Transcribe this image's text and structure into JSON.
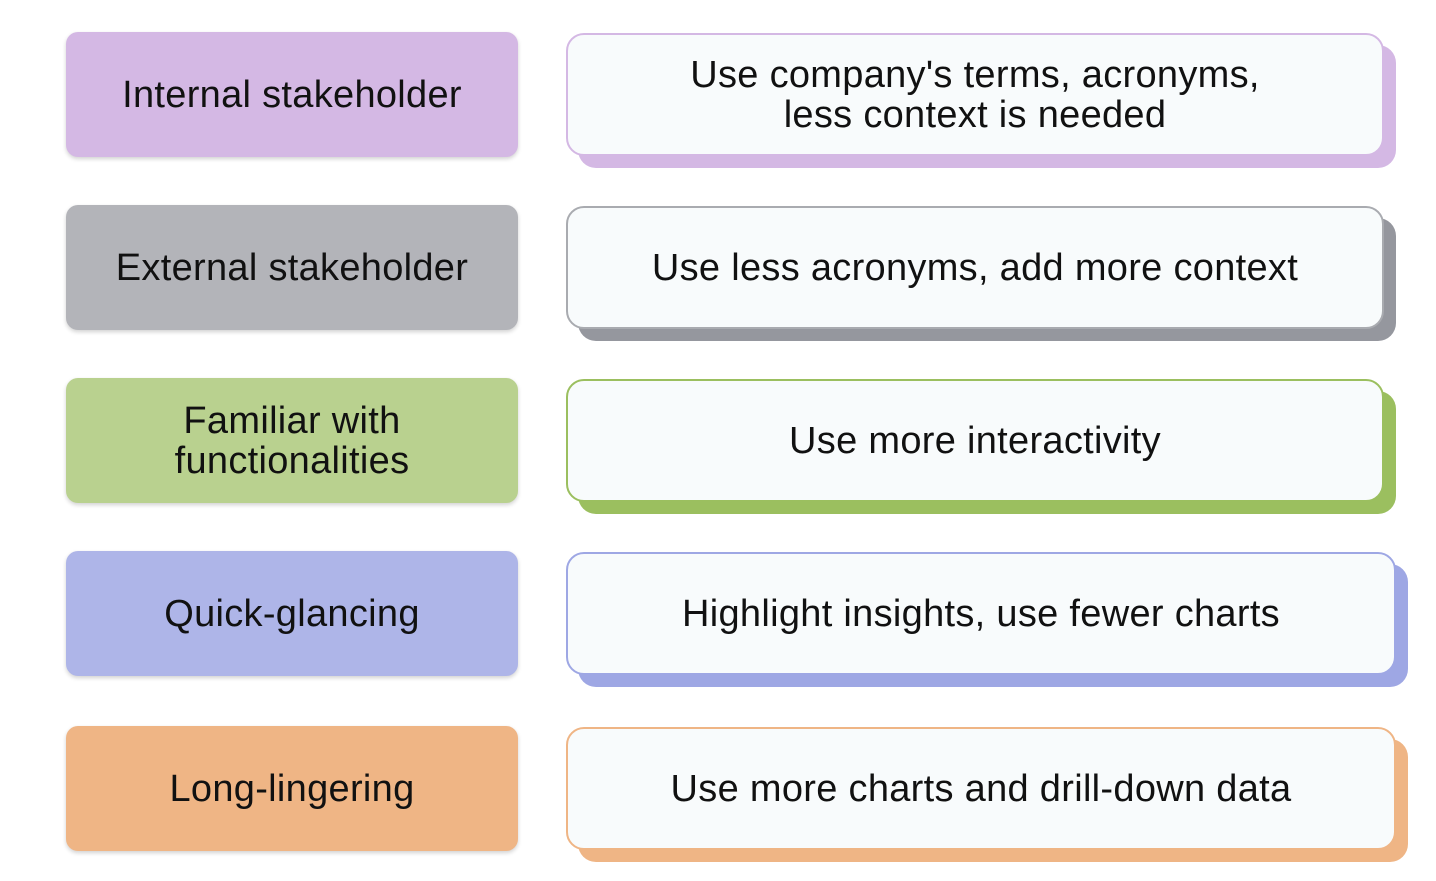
{
  "rows": [
    {
      "label": "Internal stakeholder",
      "description": "Use company's terms, acronyms,\nless context is needed",
      "fill_color": "#d4b8e4",
      "border_color": "#d4b8e4",
      "shadow_color": "#d4b8e4"
    },
    {
      "label": "External stakeholder",
      "description": "Use less acronyms, add more context",
      "fill_color": "#b3b4b9",
      "border_color": "#a9abb0",
      "shadow_color": "#95979e"
    },
    {
      "label": "Familiar with\nfunctionalities",
      "description": "Use more interactivity",
      "fill_color": "#b9d18f",
      "border_color": "#9bbf5f",
      "shadow_color": "#9bbf5f"
    },
    {
      "label": "Quick-glancing",
      "description": "Highlight insights, use fewer charts",
      "fill_color": "#aeb5e8",
      "border_color": "#9ea7e4",
      "shadow_color": "#9ea7e4"
    },
    {
      "label": "Long-lingering",
      "description": "Use more charts and drill-down data",
      "fill_color": "#efb585",
      "border_color": "#efb585",
      "shadow_color": "#efb585"
    }
  ]
}
